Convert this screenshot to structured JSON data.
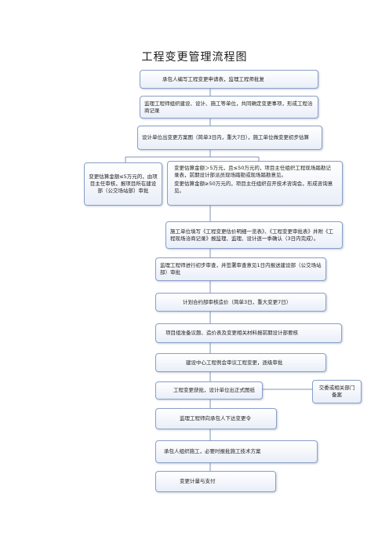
{
  "title": "工程变更管理流程图",
  "steps": [
    "承包人编写工程变更申请表，监理工程师批复",
    "监理工程师组织建设、设计、施工等单位，共同确定变更事项，形成工程洽商记录",
    "设计单位出变更方案图（简单3日内，重大7日），施工单位做变更初步估算",
    "变更估算金额≤5万元的，由项目主任审核，报项目所在建设部（公交场站部）审批",
    "变更估算金额＞5万元，且≤50万元的，项目主任组织工程现场踏勘记录表，前期设计部派员现场踏勘或现场踏勘意见。",
    "变更估算金额≥50万元的，项目主任组织召开技术咨询会，形成咨询意见。",
    "施工单位填写《工程变更估价明细一览表》、《工程变更审批表》并附《工程现场洽商记录》报监理、监理、设计逐一季确认（3日内完成）。",
    "监理工程师进行初步审查，并签署审查意见1日内报送建设部（公交场站部）审批",
    "计划合约部审核造价（简单3日，重大变更7日）",
    "项目组准备议题、造价表及变更相关材料报前期设计部要核",
    "建设中心工程例会审议工程变更，逐级审批",
    "工程变更获批，设计单位出正式图纸",
    "交委或相关部门备案",
    "监理工程师向承包人下达变更令",
    "承包人组织施工，必要时报批施工技术方案",
    "变更计量与支付"
  ]
}
